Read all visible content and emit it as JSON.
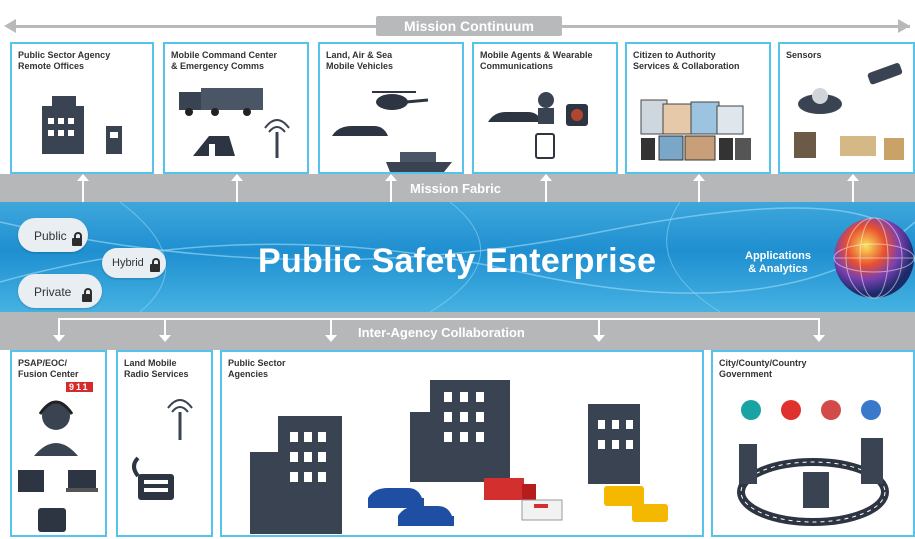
{
  "top_bar": {
    "label": "Mission Continuum"
  },
  "top_panels": [
    {
      "title_lines": [
        "Public Sector Agency",
        "Remote Offices"
      ]
    },
    {
      "title_lines": [
        "Mobile Command Center",
        "& Emergency Comms"
      ]
    },
    {
      "title_lines": [
        "Land, Air & Sea",
        "Mobile Vehicles"
      ]
    },
    {
      "title_lines": [
        "Mobile Agents & Wearable",
        "Communications"
      ]
    },
    {
      "title_lines": [
        "Citizen to Authority",
        "Services & Collaboration"
      ]
    },
    {
      "title_lines": [
        "Sensors"
      ]
    }
  ],
  "mission_fabric": {
    "label": "Mission Fabric"
  },
  "enterprise": {
    "title": "Public Safety Enterprise",
    "clouds": [
      "Public",
      "Hybrid",
      "Private"
    ],
    "apps_label_lines": [
      "Applications",
      "& Analytics"
    ]
  },
  "collaboration": {
    "label": "Inter-Agency Collaboration"
  },
  "bottom_panels": [
    {
      "title_lines": [
        "PSAP/EOC/",
        "Fusion Center"
      ],
      "badge": "911"
    },
    {
      "title_lines": [
        "Land Mobile",
        "Radio Services"
      ]
    },
    {
      "title_lines": [
        "Public Sector",
        "Agencies"
      ]
    },
    {
      "title_lines": [
        "City/County/Country",
        "Government"
      ]
    }
  ],
  "colors": {
    "accent_blue": "#54c4ec",
    "band_grey": "#b5b7b9",
    "enterprise_blue": "#2a9ad6",
    "building": "#3a4352"
  }
}
